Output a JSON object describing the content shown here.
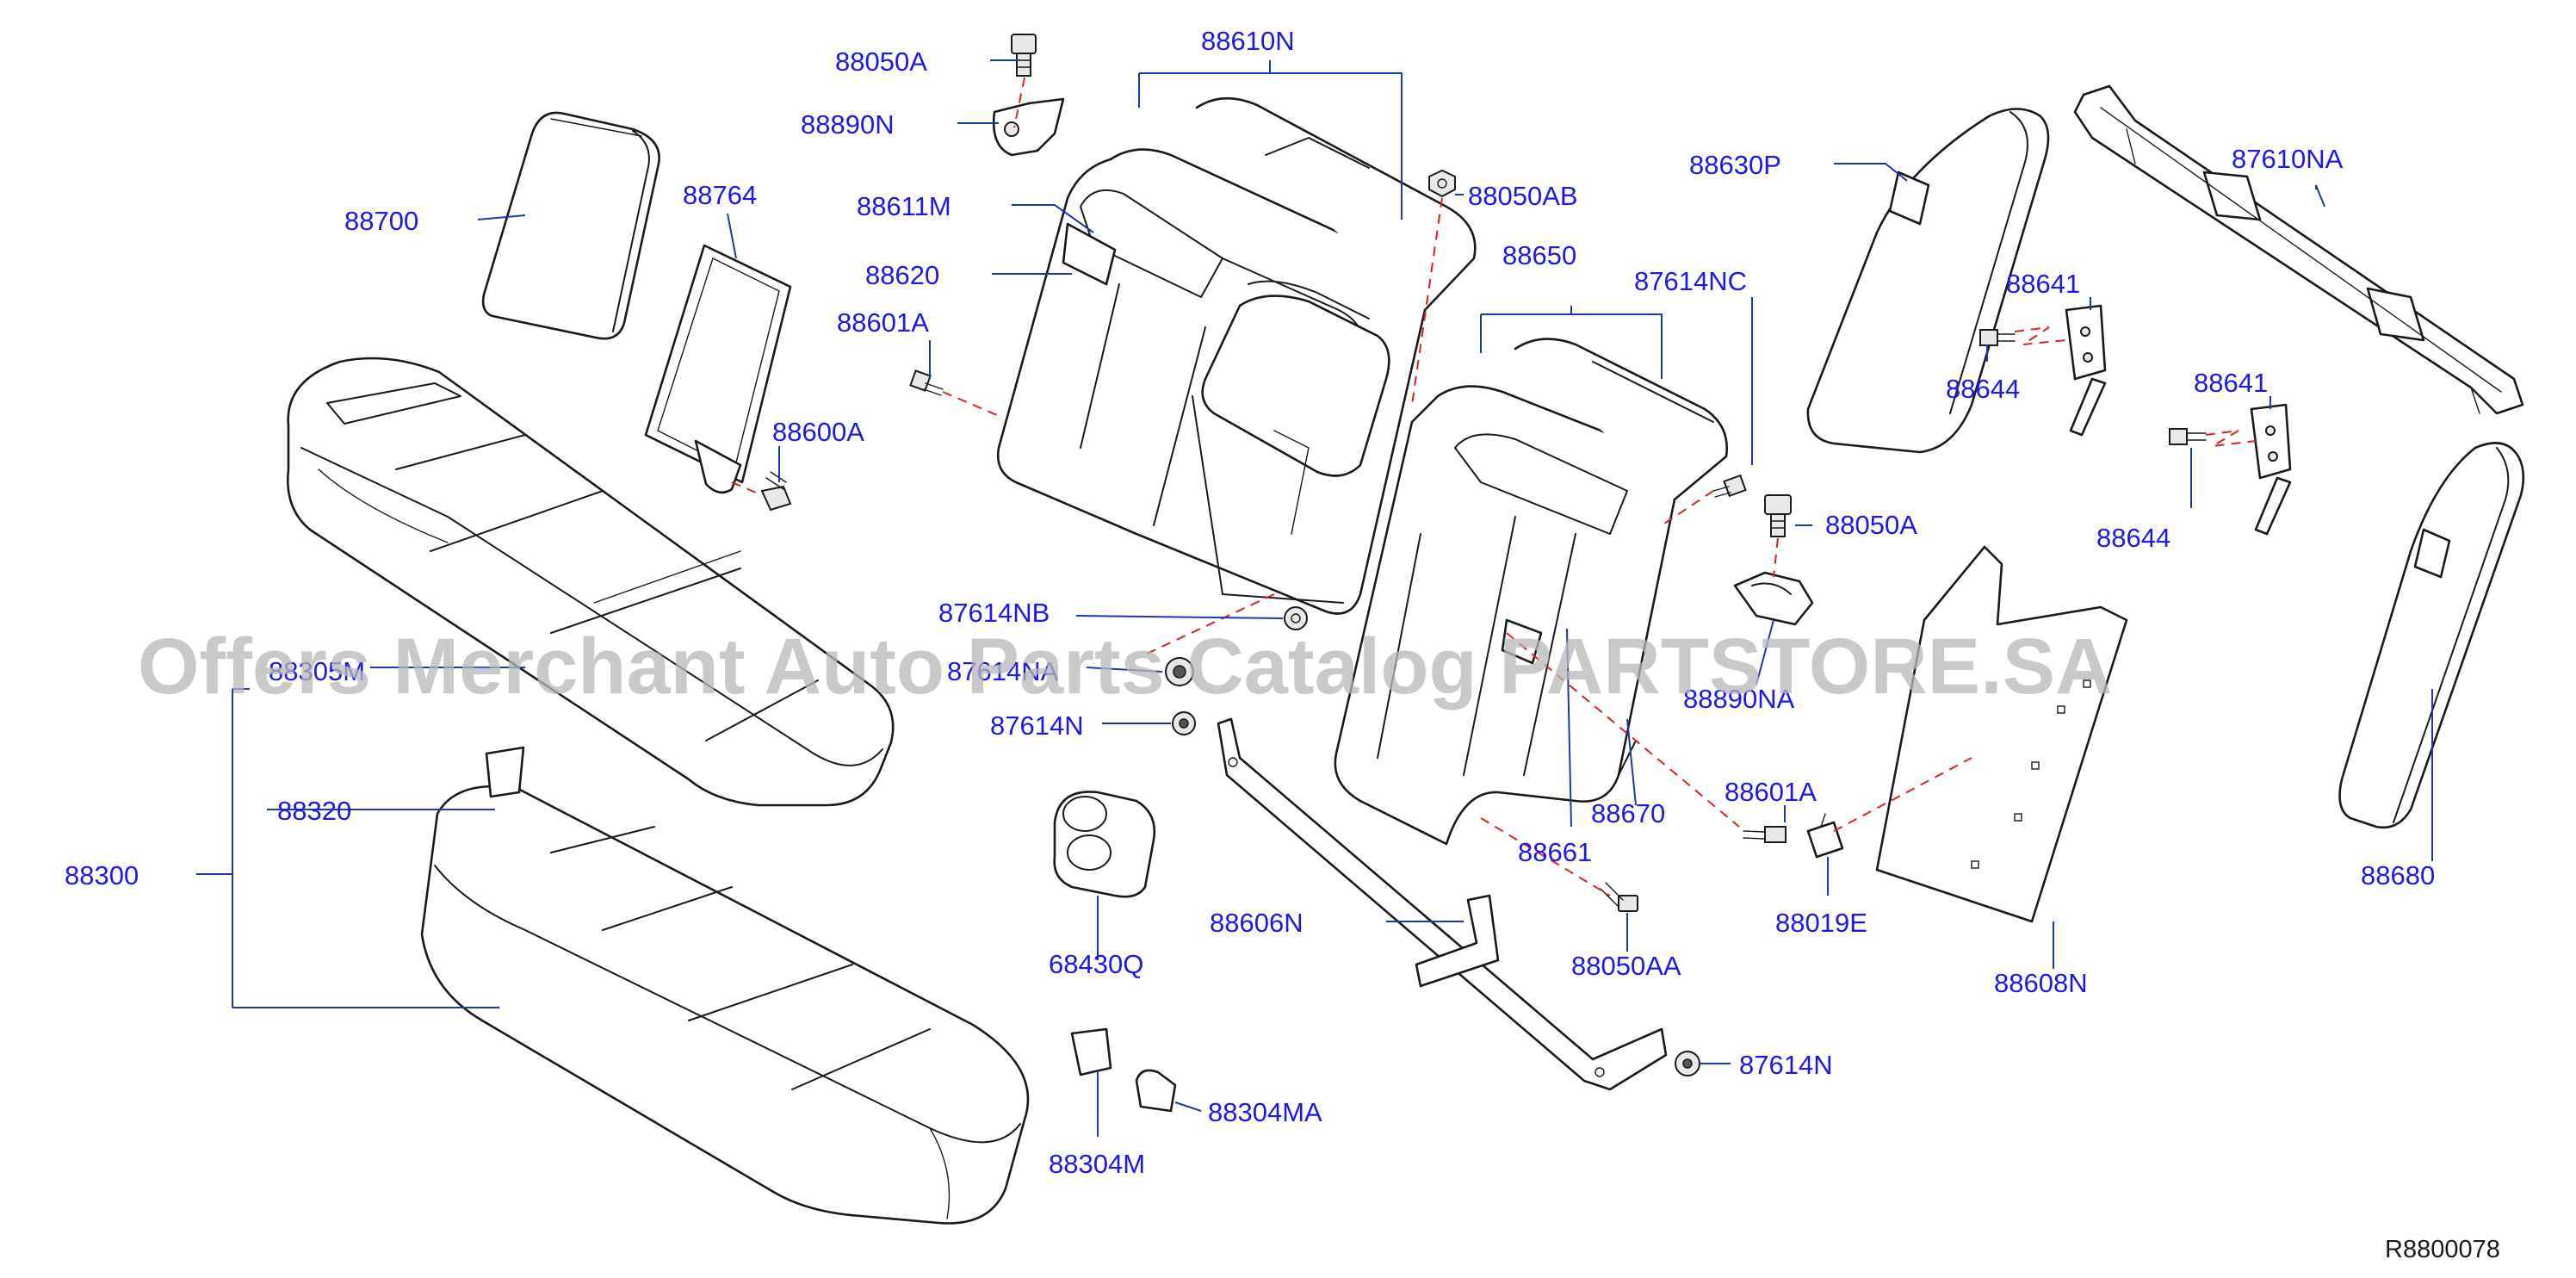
{
  "diagram": {
    "reference_code": "R8800078",
    "watermark": "Offers Merchant Auto Parts Catalog PARTSTORE.SA",
    "colors": {
      "label": "#1a1ae6",
      "leader": "#1a3aa8",
      "dash": "#e02020",
      "line": "#1a1a1a",
      "watermark": "#b8b8b8"
    },
    "callouts": [
      {
        "id": "88050A-top",
        "text": "88050A"
      },
      {
        "id": "88890N",
        "text": "88890N"
      },
      {
        "id": "88610N",
        "text": "88610N"
      },
      {
        "id": "88700",
        "text": "88700"
      },
      {
        "id": "88764",
        "text": "88764"
      },
      {
        "id": "88611M",
        "text": "88611M"
      },
      {
        "id": "88620",
        "text": "88620"
      },
      {
        "id": "88601A-left",
        "text": "88601A"
      },
      {
        "id": "88600A",
        "text": "88600A"
      },
      {
        "id": "88050AB",
        "text": "88050AB"
      },
      {
        "id": "88630P",
        "text": "88630P"
      },
      {
        "id": "87610NA",
        "text": "87610NA"
      },
      {
        "id": "88650",
        "text": "88650"
      },
      {
        "id": "87614NC",
        "text": "87614NC"
      },
      {
        "id": "88641-upper",
        "text": "88641"
      },
      {
        "id": "88644-upper",
        "text": "88644"
      },
      {
        "id": "88641-lower",
        "text": "88641"
      },
      {
        "id": "88644-lower",
        "text": "88644"
      },
      {
        "id": "88050A-right",
        "text": "88050A"
      },
      {
        "id": "87614NB",
        "text": "87614NB"
      },
      {
        "id": "88305M",
        "text": "88305M"
      },
      {
        "id": "87614NA",
        "text": "87614NA"
      },
      {
        "id": "87614N-mid",
        "text": "87614N"
      },
      {
        "id": "88890NA",
        "text": "88890NA"
      },
      {
        "id": "88320",
        "text": "88320"
      },
      {
        "id": "88300",
        "text": "88300"
      },
      {
        "id": "88601A-right",
        "text": "88601A"
      },
      {
        "id": "88670",
        "text": "88670"
      },
      {
        "id": "88661",
        "text": "88661"
      },
      {
        "id": "88680",
        "text": "88680"
      },
      {
        "id": "88606N",
        "text": "88606N"
      },
      {
        "id": "88019E",
        "text": "88019E"
      },
      {
        "id": "88050AA",
        "text": "88050AA"
      },
      {
        "id": "68430Q",
        "text": "68430Q"
      },
      {
        "id": "88608N",
        "text": "88608N"
      },
      {
        "id": "87614N-bottom",
        "text": "87614N"
      },
      {
        "id": "88304MA",
        "text": "88304MA"
      },
      {
        "id": "88304M",
        "text": "88304M"
      }
    ]
  }
}
